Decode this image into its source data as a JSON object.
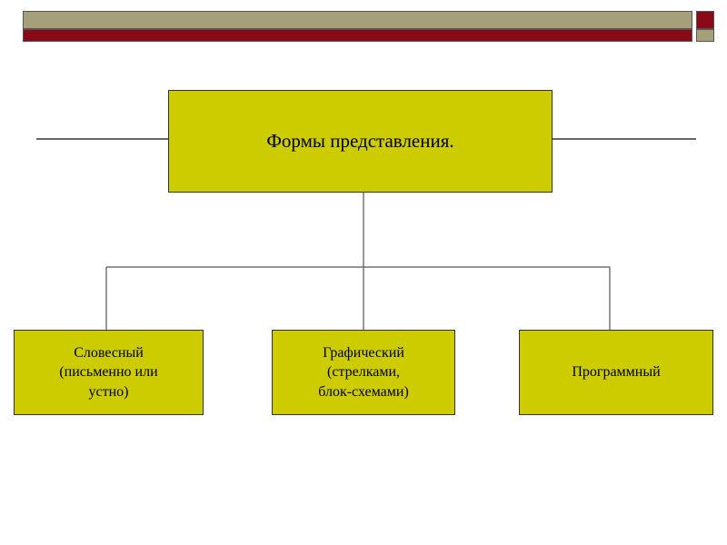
{
  "diagram": {
    "root": {
      "label": "Формы представления."
    },
    "children": [
      {
        "label": "Словесный\n(письменно или\nустно)"
      },
      {
        "label": "Графический\n(стрелками,\nблок-схемами)"
      },
      {
        "label": "Программный"
      }
    ]
  },
  "colors": {
    "node_fill": "#cccc00",
    "header_olive": "#a6a07a",
    "header_red": "#8b0a17"
  }
}
